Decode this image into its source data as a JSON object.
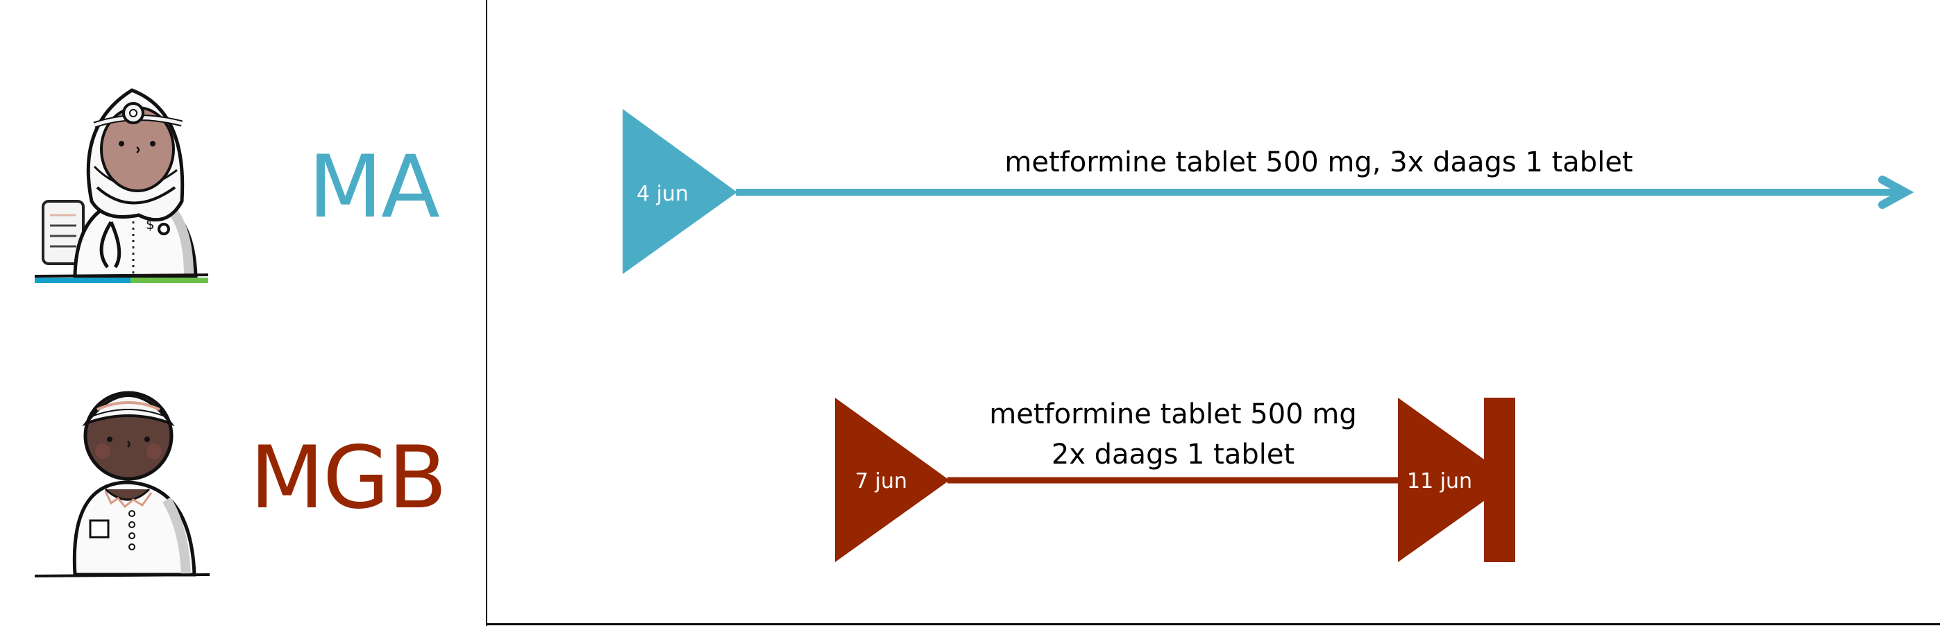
{
  "colors": {
    "ma": "#4BACC6",
    "mgb": "#952600",
    "axis": "#000000"
  },
  "roles": {
    "ma": {
      "label": "MA",
      "avatar": "doctor-avatar-icon"
    },
    "mgb": {
      "label": "MGB",
      "avatar": "patient-avatar-icon"
    }
  },
  "timeline": {
    "ma": {
      "start_date": "4 jun",
      "description": "metformine tablet 500 mg, 3x daags 1 tablet",
      "ongoing": true
    },
    "mgb": {
      "start_date": "7 jun",
      "end_date": "11 jun",
      "description_line1": "metformine tablet 500 mg",
      "description_line2": "2x daags 1 tablet",
      "ongoing": false
    }
  }
}
